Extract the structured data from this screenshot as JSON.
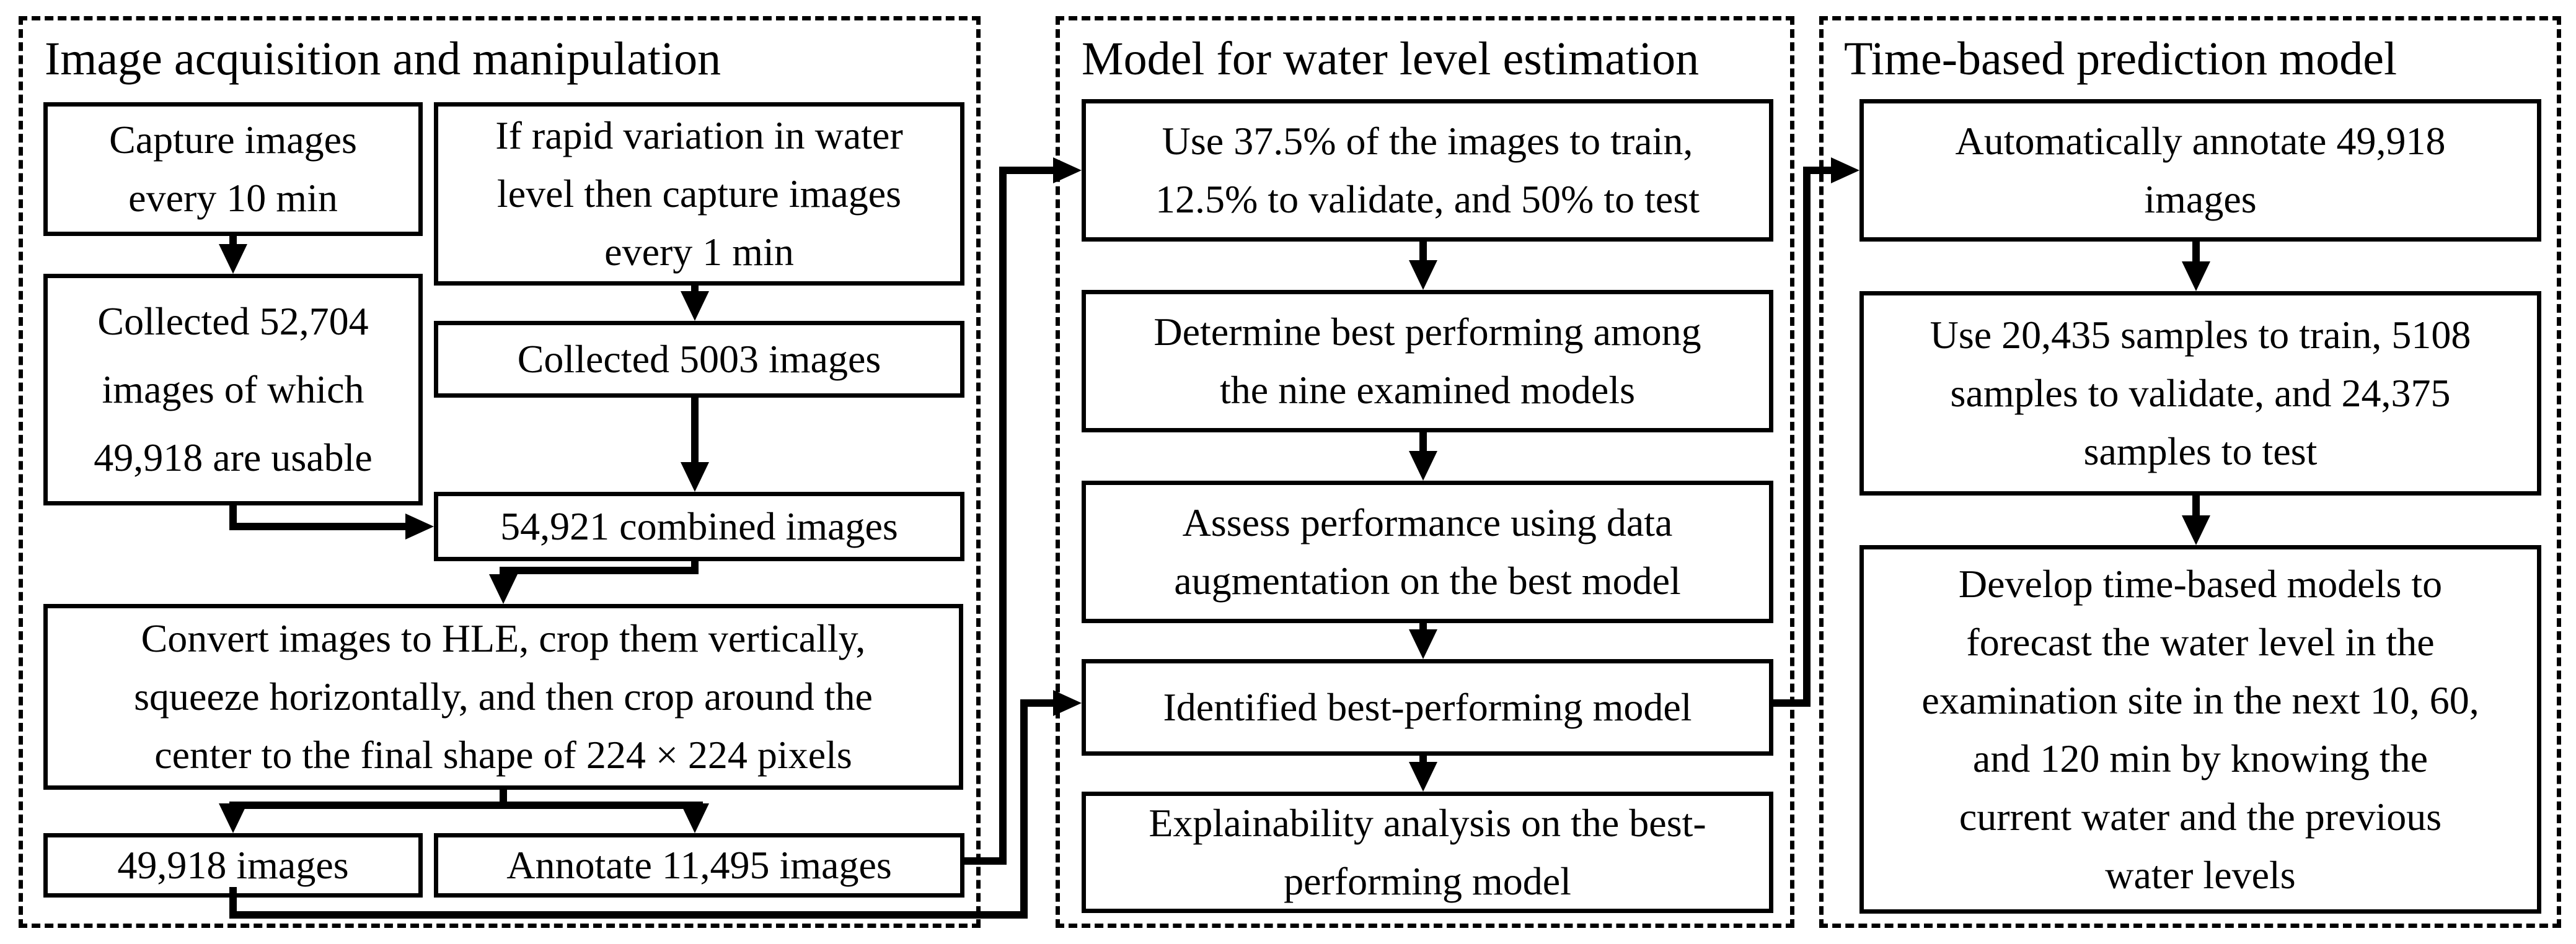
{
  "diagram": {
    "colors": {
      "ink": "#000000",
      "background": "#ffffff"
    },
    "panels": [
      {
        "title": "Image acquisition and manipulation",
        "boxes": {
          "capture_10min": "Capture images\nevery 10 min",
          "rapid_variation": "If rapid variation in water\nlevel then capture images\nevery 1 min",
          "collected_52704": "Collected 52,704\nimages of which\n49,918 are usable",
          "collected_5003": "Collected 5003 images",
          "combined_54921": "54,921 combined images",
          "convert_images": "Convert images to HLE, crop them vertically,\nsqueeze horizontally, and then crop around the\ncenter to the final shape of 224 × 224 pixels",
          "images_49918": "49,918 images",
          "annotate_11495": "Annotate 11,495 images"
        }
      },
      {
        "title": "Model for water level estimation",
        "boxes": {
          "train_split": "Use 37.5% of the images to train,\n12.5% to validate, and 50% to test",
          "determine_best": "Determine best performing among\nthe nine examined models",
          "assess_augmentation": "Assess performance using data\naugmentation on the best model",
          "identified_best": "Identified best-performing model",
          "explainability": "Explainability analysis on the best-\nperforming model"
        }
      },
      {
        "title": "Time-based prediction model",
        "boxes": {
          "auto_annotate": "Automatically annotate 49,918\nimages",
          "samples_split": "Use 20,435 samples to train, 5108\nsamples to validate, and 24,375\nsamples to test",
          "develop_models": "Develop time-based models to\nforecast the water level in the\nexamination site in the next 10, 60,\nand 120 min by knowing the\ncurrent water and the previous\nwater levels"
        }
      }
    ]
  }
}
